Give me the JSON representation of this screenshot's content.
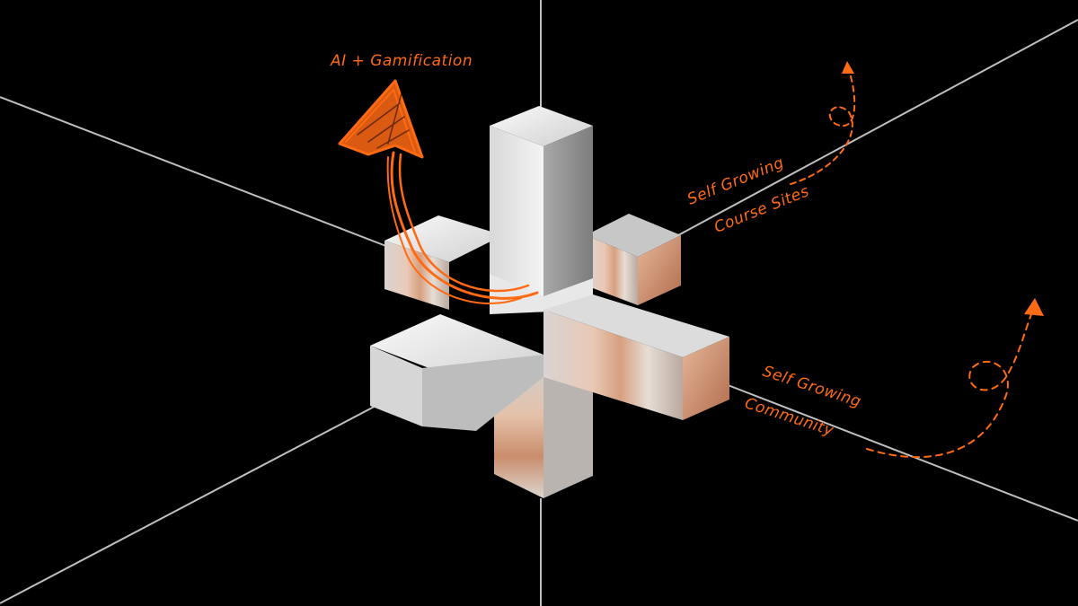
{
  "annotations": {
    "ai_gamification": "AI + Gamification",
    "course_sites_line1": "Self Growing",
    "course_sites_line2": "Course Sites",
    "community_line1": "Self Growing",
    "community_line2": "Community"
  },
  "colors": {
    "background": "#000000",
    "accent": "#ff6a13",
    "metal_light": "#eeeeee",
    "metal_mid": "#bdbdbd",
    "metal_dark": "#8a8a8a",
    "axis_line": "#bfbfbf"
  },
  "icons": {
    "big_arrow": "sketched-arrow-up-icon",
    "loop_arrow_course": "dashed-loop-arrow-icon",
    "loop_arrow_community": "dashed-loop-arrow-icon"
  }
}
